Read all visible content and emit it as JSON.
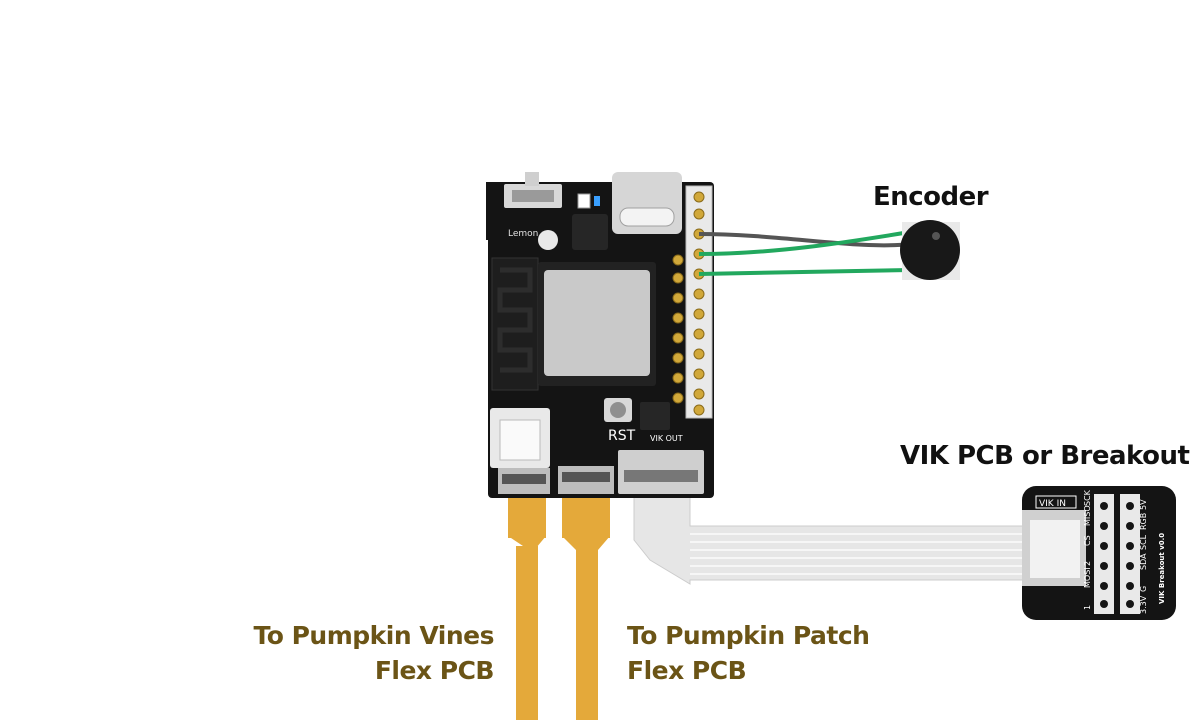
{
  "labels": {
    "encoder": "Encoder",
    "vik": "VIK PCB or Breakout",
    "vines_line1": "To Pumpkin Vines",
    "vines_line2": "Flex PCB",
    "patch_line1": "To Pumpkin Patch",
    "patch_line2": "Flex PCB"
  },
  "board": {
    "brand_text": "Lemon",
    "reset_label": "RST",
    "vik_out_label": "VIK OUT"
  },
  "breakout": {
    "header_label": "VIK IN",
    "title_text": "VIK Breakout v0.0",
    "left_pins": [
      "1",
      "MOSI",
      "2",
      "CS",
      "MISO",
      "SCK"
    ],
    "right_pins": [
      "3.3V",
      "G",
      "SDA",
      "SCL",
      "RGB",
      "5V"
    ]
  },
  "colors": {
    "board": "#111111",
    "flex": "#e4a93a",
    "wire_green": "#22a85e",
    "wire_gray": "#555555",
    "ribbon": "#e2e2e2",
    "label_brown": "#6b5416"
  }
}
